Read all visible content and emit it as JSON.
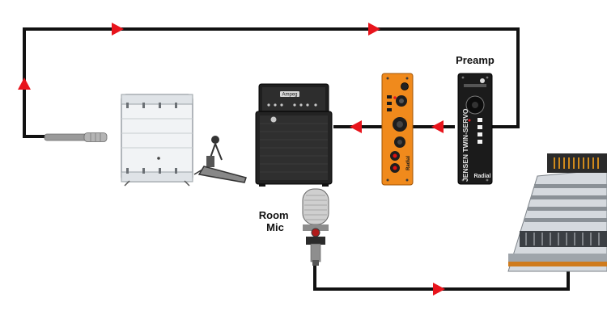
{
  "labels": {
    "preamp": "Preamp",
    "room_mic_line1": "Room",
    "room_mic_line2": "Mic"
  },
  "devices": {
    "amp_brand": "Ampeg",
    "di_brand": "Radial",
    "preamp_model": "JENSEN TWIN-SERVO",
    "preamp_brand": "Radial"
  },
  "colors": {
    "cable": "#111111",
    "arrow": "#e8141c",
    "radial_orange": "#f08a1c",
    "amp_grey": "#2a2a2a"
  },
  "icons": {
    "boundary_mic": "pencil-condenser-mic-icon",
    "kick_drum": "bass-drum-icon",
    "kick_pedal": "kick-pedal-icon",
    "amp": "bass-amp-stack-icon",
    "reamp": "reamp-box-icon",
    "preamp": "500-series-preamp-icon",
    "room_mic": "ribbon-mic-icon",
    "console": "mixing-console-icon",
    "arrow": "red-triangle-arrow-icon"
  }
}
